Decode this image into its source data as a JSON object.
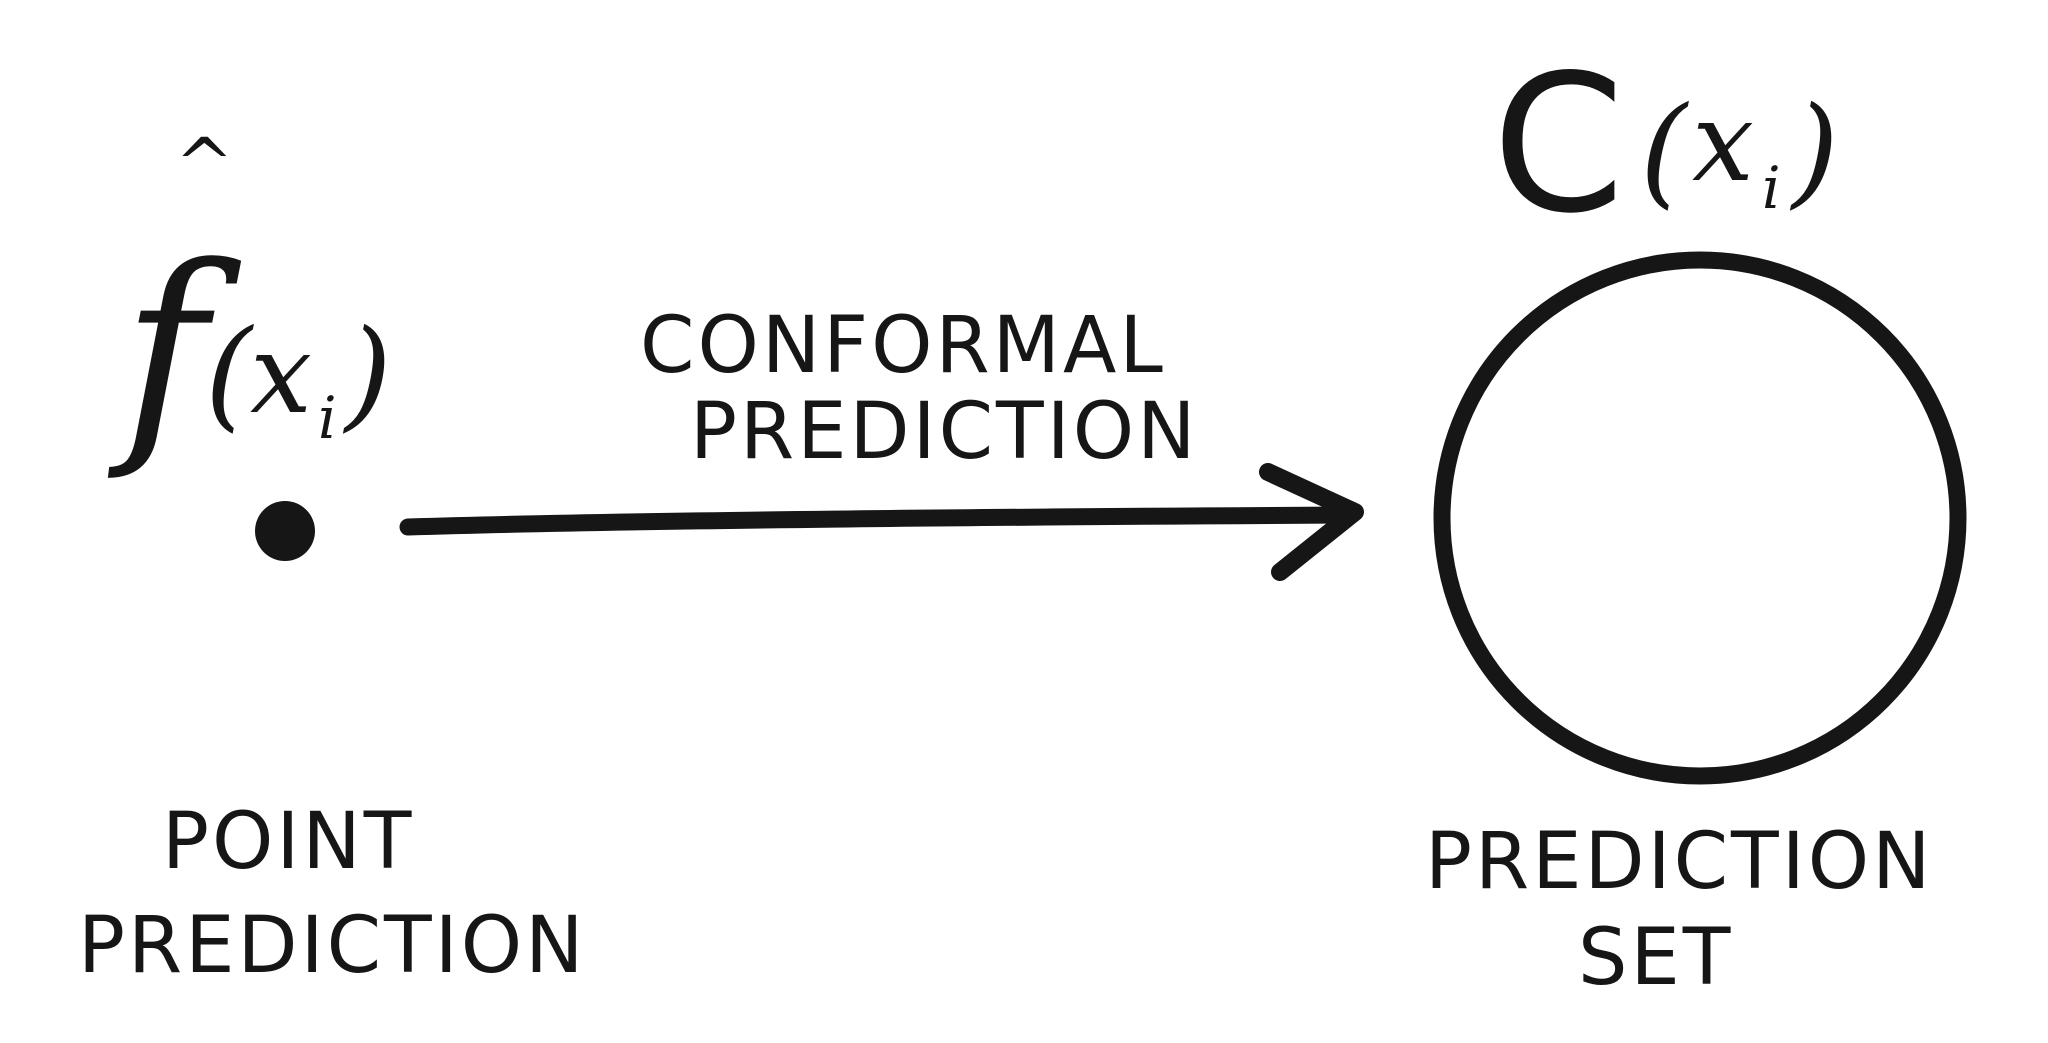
{
  "left": {
    "math_label": {
      "func": "f",
      "hat": "^",
      "open_paren": "(",
      "var": "x",
      "sub": "i",
      "close_paren": ")"
    },
    "caption_line1": "POINT",
    "caption_line2": "PREDICTION"
  },
  "arrow": {
    "label_line1": "CONFORMAL",
    "label_line2": "PREDICTION"
  },
  "right": {
    "math_label": {
      "func": "C",
      "open_paren": "(",
      "var": "x",
      "sub": "i",
      "close_paren": ")"
    },
    "caption_line1": "PREDICTION",
    "caption_line2": "SET"
  },
  "colors": {
    "ink": "#161616",
    "background": "#ffffff"
  }
}
